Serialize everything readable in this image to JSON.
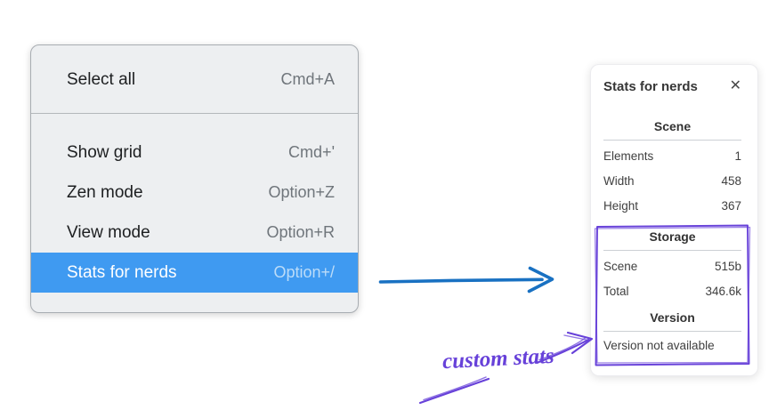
{
  "context_menu": {
    "groups": [
      {
        "items": [
          {
            "label": "Select all",
            "shortcut": "Cmd+A",
            "highlighted": false
          }
        ]
      },
      {
        "items": [
          {
            "label": "Show grid",
            "shortcut": "Cmd+'",
            "highlighted": false
          },
          {
            "label": "Zen mode",
            "shortcut": "Option+Z",
            "highlighted": false
          },
          {
            "label": "View mode",
            "shortcut": "Option+R",
            "highlighted": false
          },
          {
            "label": "Stats for nerds",
            "shortcut": "Option+/",
            "highlighted": true
          }
        ]
      }
    ],
    "highlight_color": "#3f9af1"
  },
  "stats_panel": {
    "title": "Stats for nerds",
    "close_icon": "✕",
    "sections": [
      {
        "heading": "Scene",
        "rows": [
          {
            "label": "Elements",
            "value": "1"
          },
          {
            "label": "Width",
            "value": "458"
          },
          {
            "label": "Height",
            "value": "367"
          }
        ]
      },
      {
        "heading": "Storage",
        "rows": [
          {
            "label": "Scene",
            "value": "515b"
          },
          {
            "label": "Total",
            "value": "346.6k"
          }
        ]
      },
      {
        "heading": "Version",
        "note": "Version not available"
      }
    ]
  },
  "annotations": {
    "custom_stats_label": "custom stats",
    "annotation_color": "#6741d9",
    "arrow_color": "#1971c2"
  }
}
